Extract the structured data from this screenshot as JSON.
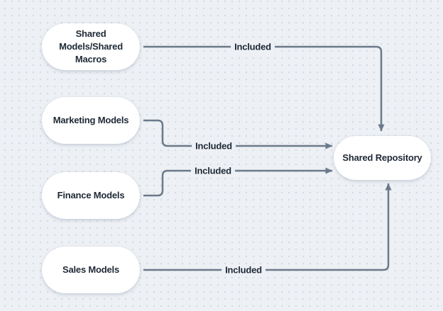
{
  "colors": {
    "background": "#edf0f4",
    "grid_dot": "#d6dae1",
    "node_fill": "#ffffff",
    "edge": "#6b7a8a",
    "text": "#1e2936"
  },
  "nodes": [
    {
      "id": "shared-models-macros",
      "label": "Shared Models/Shared Macros",
      "lines": [
        "Shared",
        "Models/Shared",
        "Macros"
      ]
    },
    {
      "id": "marketing-models",
      "label": "Marketing Models",
      "lines": [
        "Marketing Models"
      ]
    },
    {
      "id": "finance-models",
      "label": "Finance Models",
      "lines": [
        "Finance Models"
      ]
    },
    {
      "id": "sales-models",
      "label": "Sales Models",
      "lines": [
        "Sales Models"
      ]
    },
    {
      "id": "shared-repository",
      "label": "Shared Repository",
      "lines": [
        "Shared Repository"
      ]
    }
  ],
  "edges": [
    {
      "from": "shared-models-macros",
      "to": "shared-repository",
      "label": "Included"
    },
    {
      "from": "marketing-models",
      "to": "shared-repository",
      "label": "Included"
    },
    {
      "from": "finance-models",
      "to": "shared-repository",
      "label": "Included"
    },
    {
      "from": "sales-models",
      "to": "shared-repository",
      "label": "Included"
    }
  ]
}
